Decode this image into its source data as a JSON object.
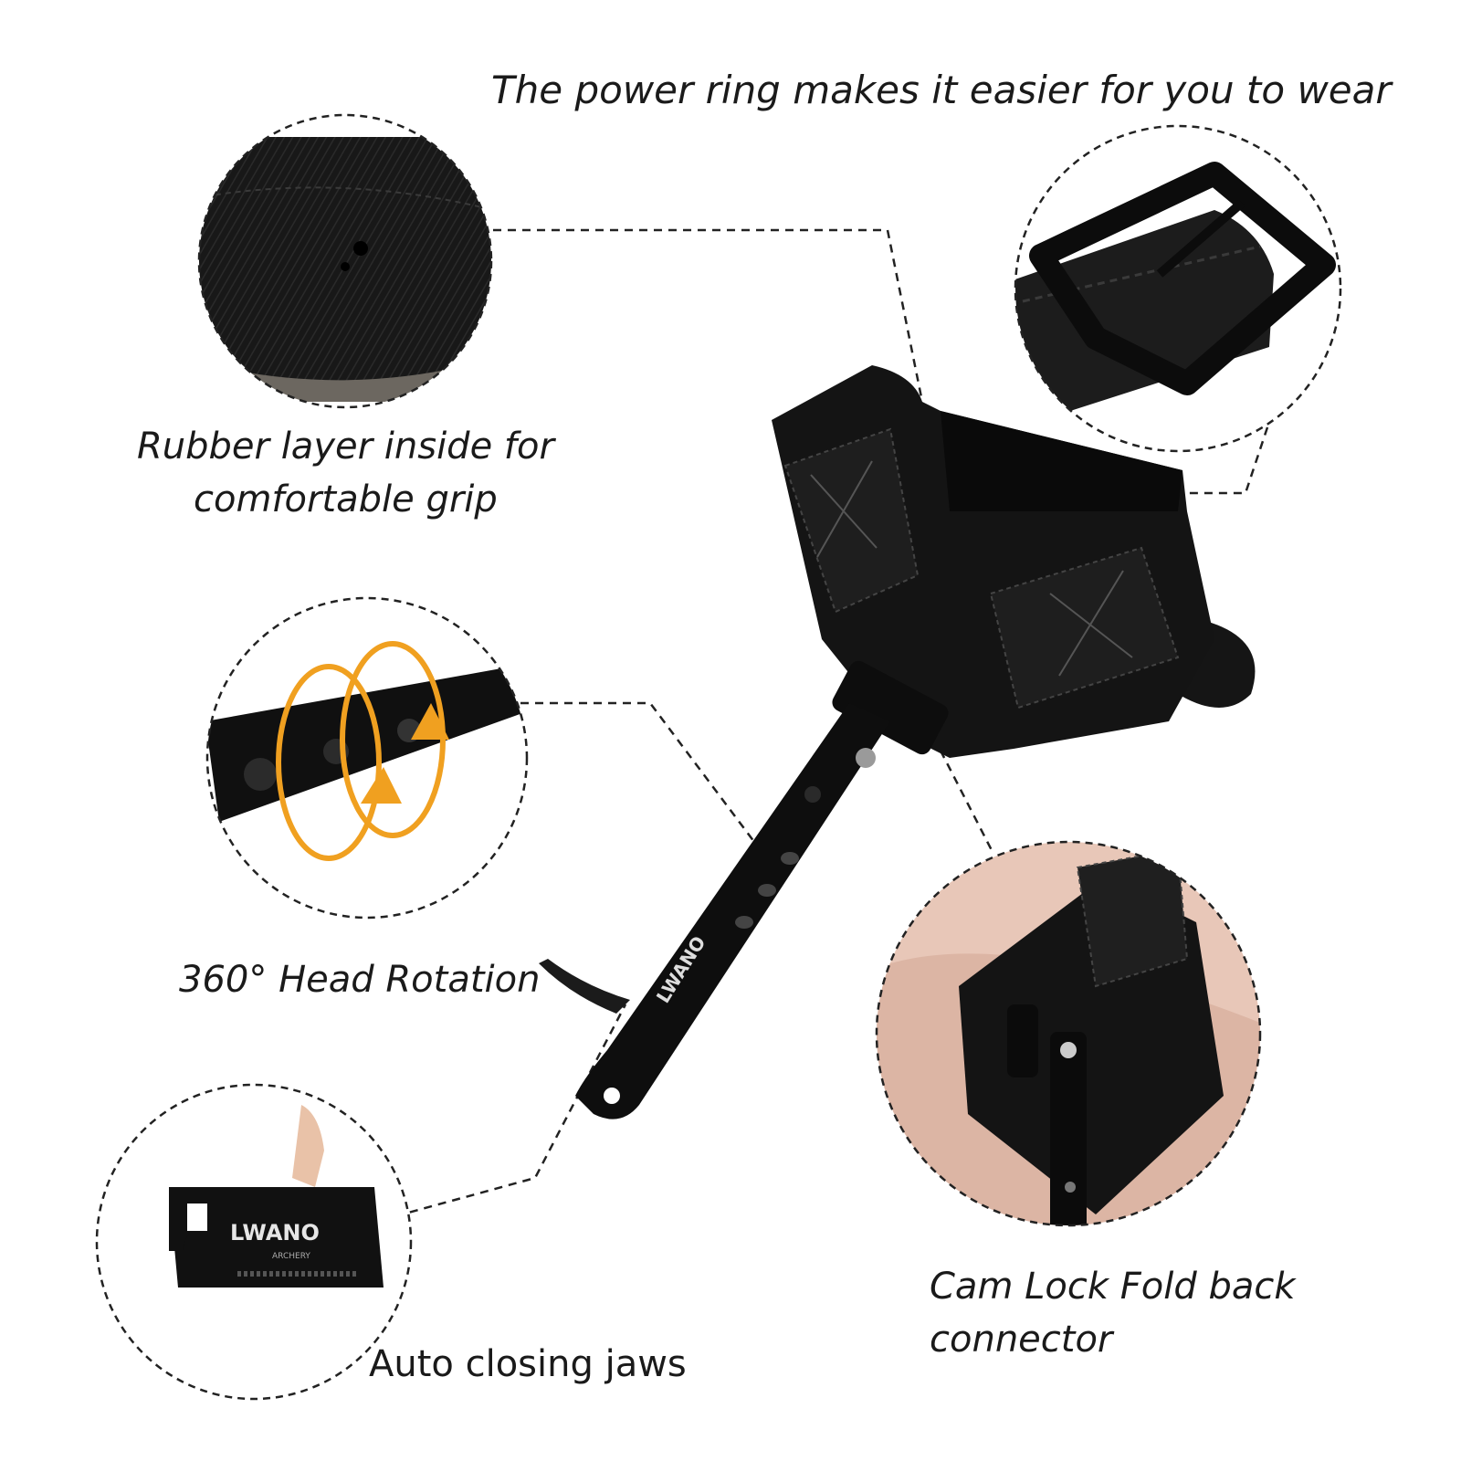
{
  "callouts": {
    "wear": "The power ring makes it easier for you to wear",
    "rubber_line1": "Rubber layer inside for",
    "rubber_line2": "comfortable grip",
    "rotation": "360° Head Rotation",
    "jaws": "Auto closing jaws",
    "cam_line1": "Cam Lock Fold back",
    "cam_line2": "connector"
  },
  "product": {
    "brand": "LWANO",
    "brand_sub": "ARCHERY"
  },
  "colors": {
    "background": "#ffffff",
    "product_black": "#111111",
    "rotation_arrow": "#f0a020",
    "skin": "#e8c7b8"
  }
}
